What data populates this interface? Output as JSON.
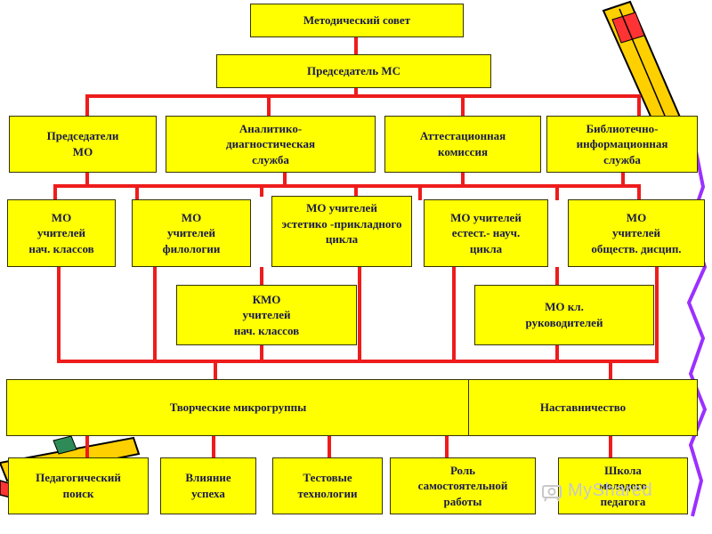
{
  "colors": {
    "box_fill": "#ffff00",
    "connector": "#ee1c1c",
    "text": "#1a1a4a",
    "border_line": "#9b30ff"
  },
  "nodes": {
    "council": "Методический совет",
    "chair": "Председатель МС",
    "mo_chairs": "Председатели\nМО",
    "analytic": "Аналитико-\nдиагностическая\nслужба",
    "attestation": "Аттестационная\nкомиссия",
    "library": "Библиотечно-\nинформационная\nслужба",
    "mo_primary": "МО\nучителей\nнач. классов",
    "mo_philology": "МО\nучителей\nфилологии",
    "mo_aesthetic": "МО учителей\nэстетико -прикладного\nцикла",
    "mo_science": "МО учителей\nестест.- науч.\nцикла",
    "mo_social": "МО\nучителей\nобществ. дисцип.",
    "kmo_primary": "КМО\nучителей\nнач. классов",
    "mo_class_leaders": "МО кл.\nруководителей",
    "creative_groups": "Творческие микрогруппы",
    "mentoring": "Наставничество",
    "ped_search": "Педагогический\nпоиск",
    "success_influence": "Влияние\nуспеха",
    "test_tech": "Тестовые\nтехнологии",
    "independent_work": "Роль\nсамостоятельной\nработы",
    "young_teacher_school": "Школа\nмолодого\nпедагога"
  },
  "watermark": {
    "text": "MyShared",
    "icon": "projector-icon"
  },
  "decorations": {
    "top_right": "pencil-icon",
    "bottom_left": "pencil-icon"
  }
}
